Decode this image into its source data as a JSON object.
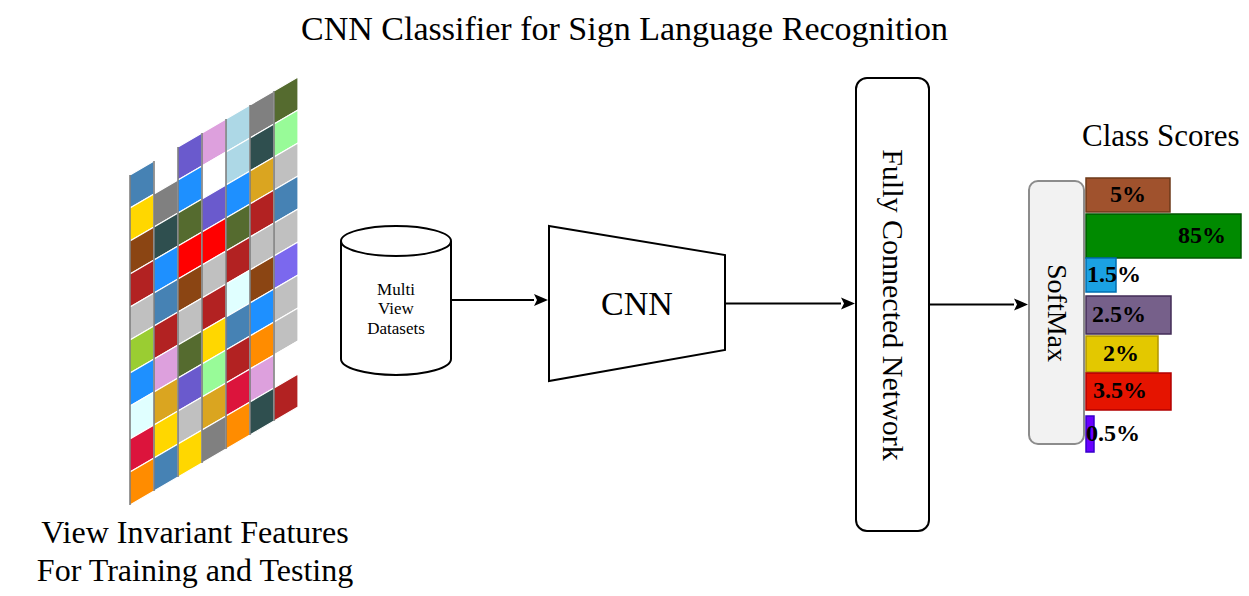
{
  "diagram": {
    "title": "CNN Classifier for Sign Language Recognition",
    "nodes": [
      {
        "text": [
          "Multi View Datasets"
        ]
      },
      {
        "text": [
          "CNN"
        ]
      },
      {
        "text": [
          "Fully Connected Network"
        ]
      },
      {
        "text": [
          "SoftMax"
        ]
      }
    ],
    "edges": [
      {
        "from": 0,
        "to": 1,
        "arrow": "to"
      },
      {
        "from": 1,
        "to": 2,
        "arrow": "to"
      },
      {
        "from": 2,
        "to": 3,
        "arrow": "to"
      }
    ],
    "labels": [
      "View Invariant Features For Training and Testing",
      "Class Scores",
      "5%",
      "85%",
      "1.5%",
      "2.5%",
      "2%",
      "3.5%",
      "0.5%"
    ]
  }
}
